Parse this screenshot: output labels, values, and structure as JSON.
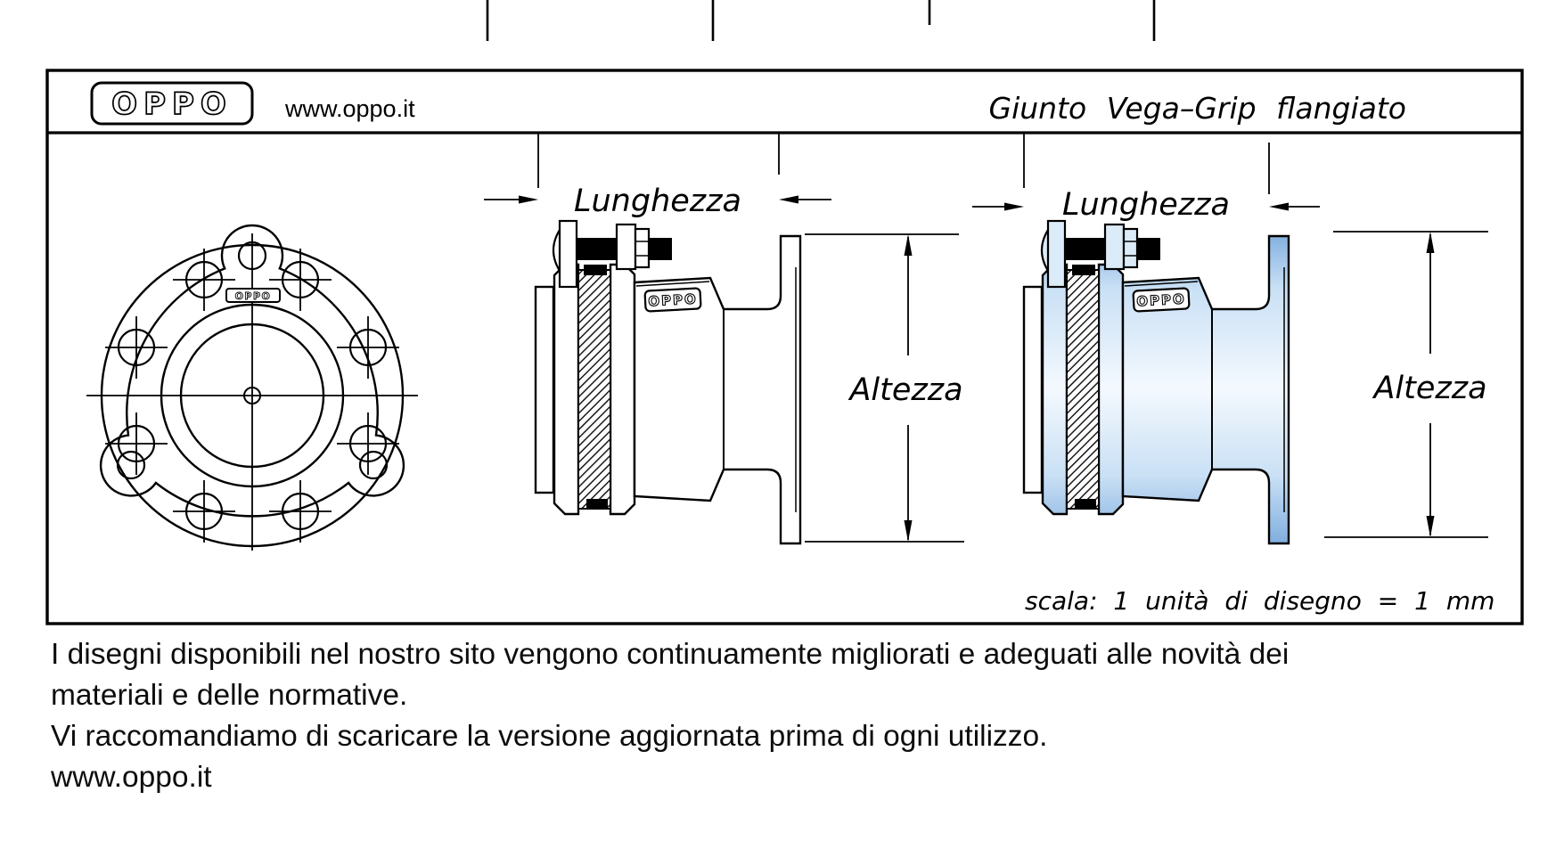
{
  "header": {
    "logo": "OPPO",
    "website": "www.oppo.it",
    "title": "Giunto Vega–Grip flangiato"
  },
  "views": {
    "front": {
      "brand_plate": "OPPO"
    },
    "section_bw": {
      "brand_plate": "OPPO",
      "dim_length": "Lunghezza",
      "dim_height": "Altezza"
    },
    "section_color": {
      "brand_plate": "OPPO",
      "dim_length": "Lunghezza",
      "dim_height": "Altezza"
    }
  },
  "scale_note": "scala: 1 unità di disegno = 1 mm",
  "footer": {
    "lines": [
      "I disegni disponibili nel nostro sito vengono continuamente migliorati e adeguati alle novità dei",
      "materiali e delle normative.",
      "Vi raccomandiamo di scaricare la versione aggiornata prima di ogni utilizzo.",
      "www.oppo.it"
    ]
  },
  "colors": {
    "line": "#000000",
    "steel_light": "#f4f9fe",
    "steel_mid": "#c9e0f5",
    "steel_dark": "#7fadde",
    "background": "#ffffff"
  }
}
